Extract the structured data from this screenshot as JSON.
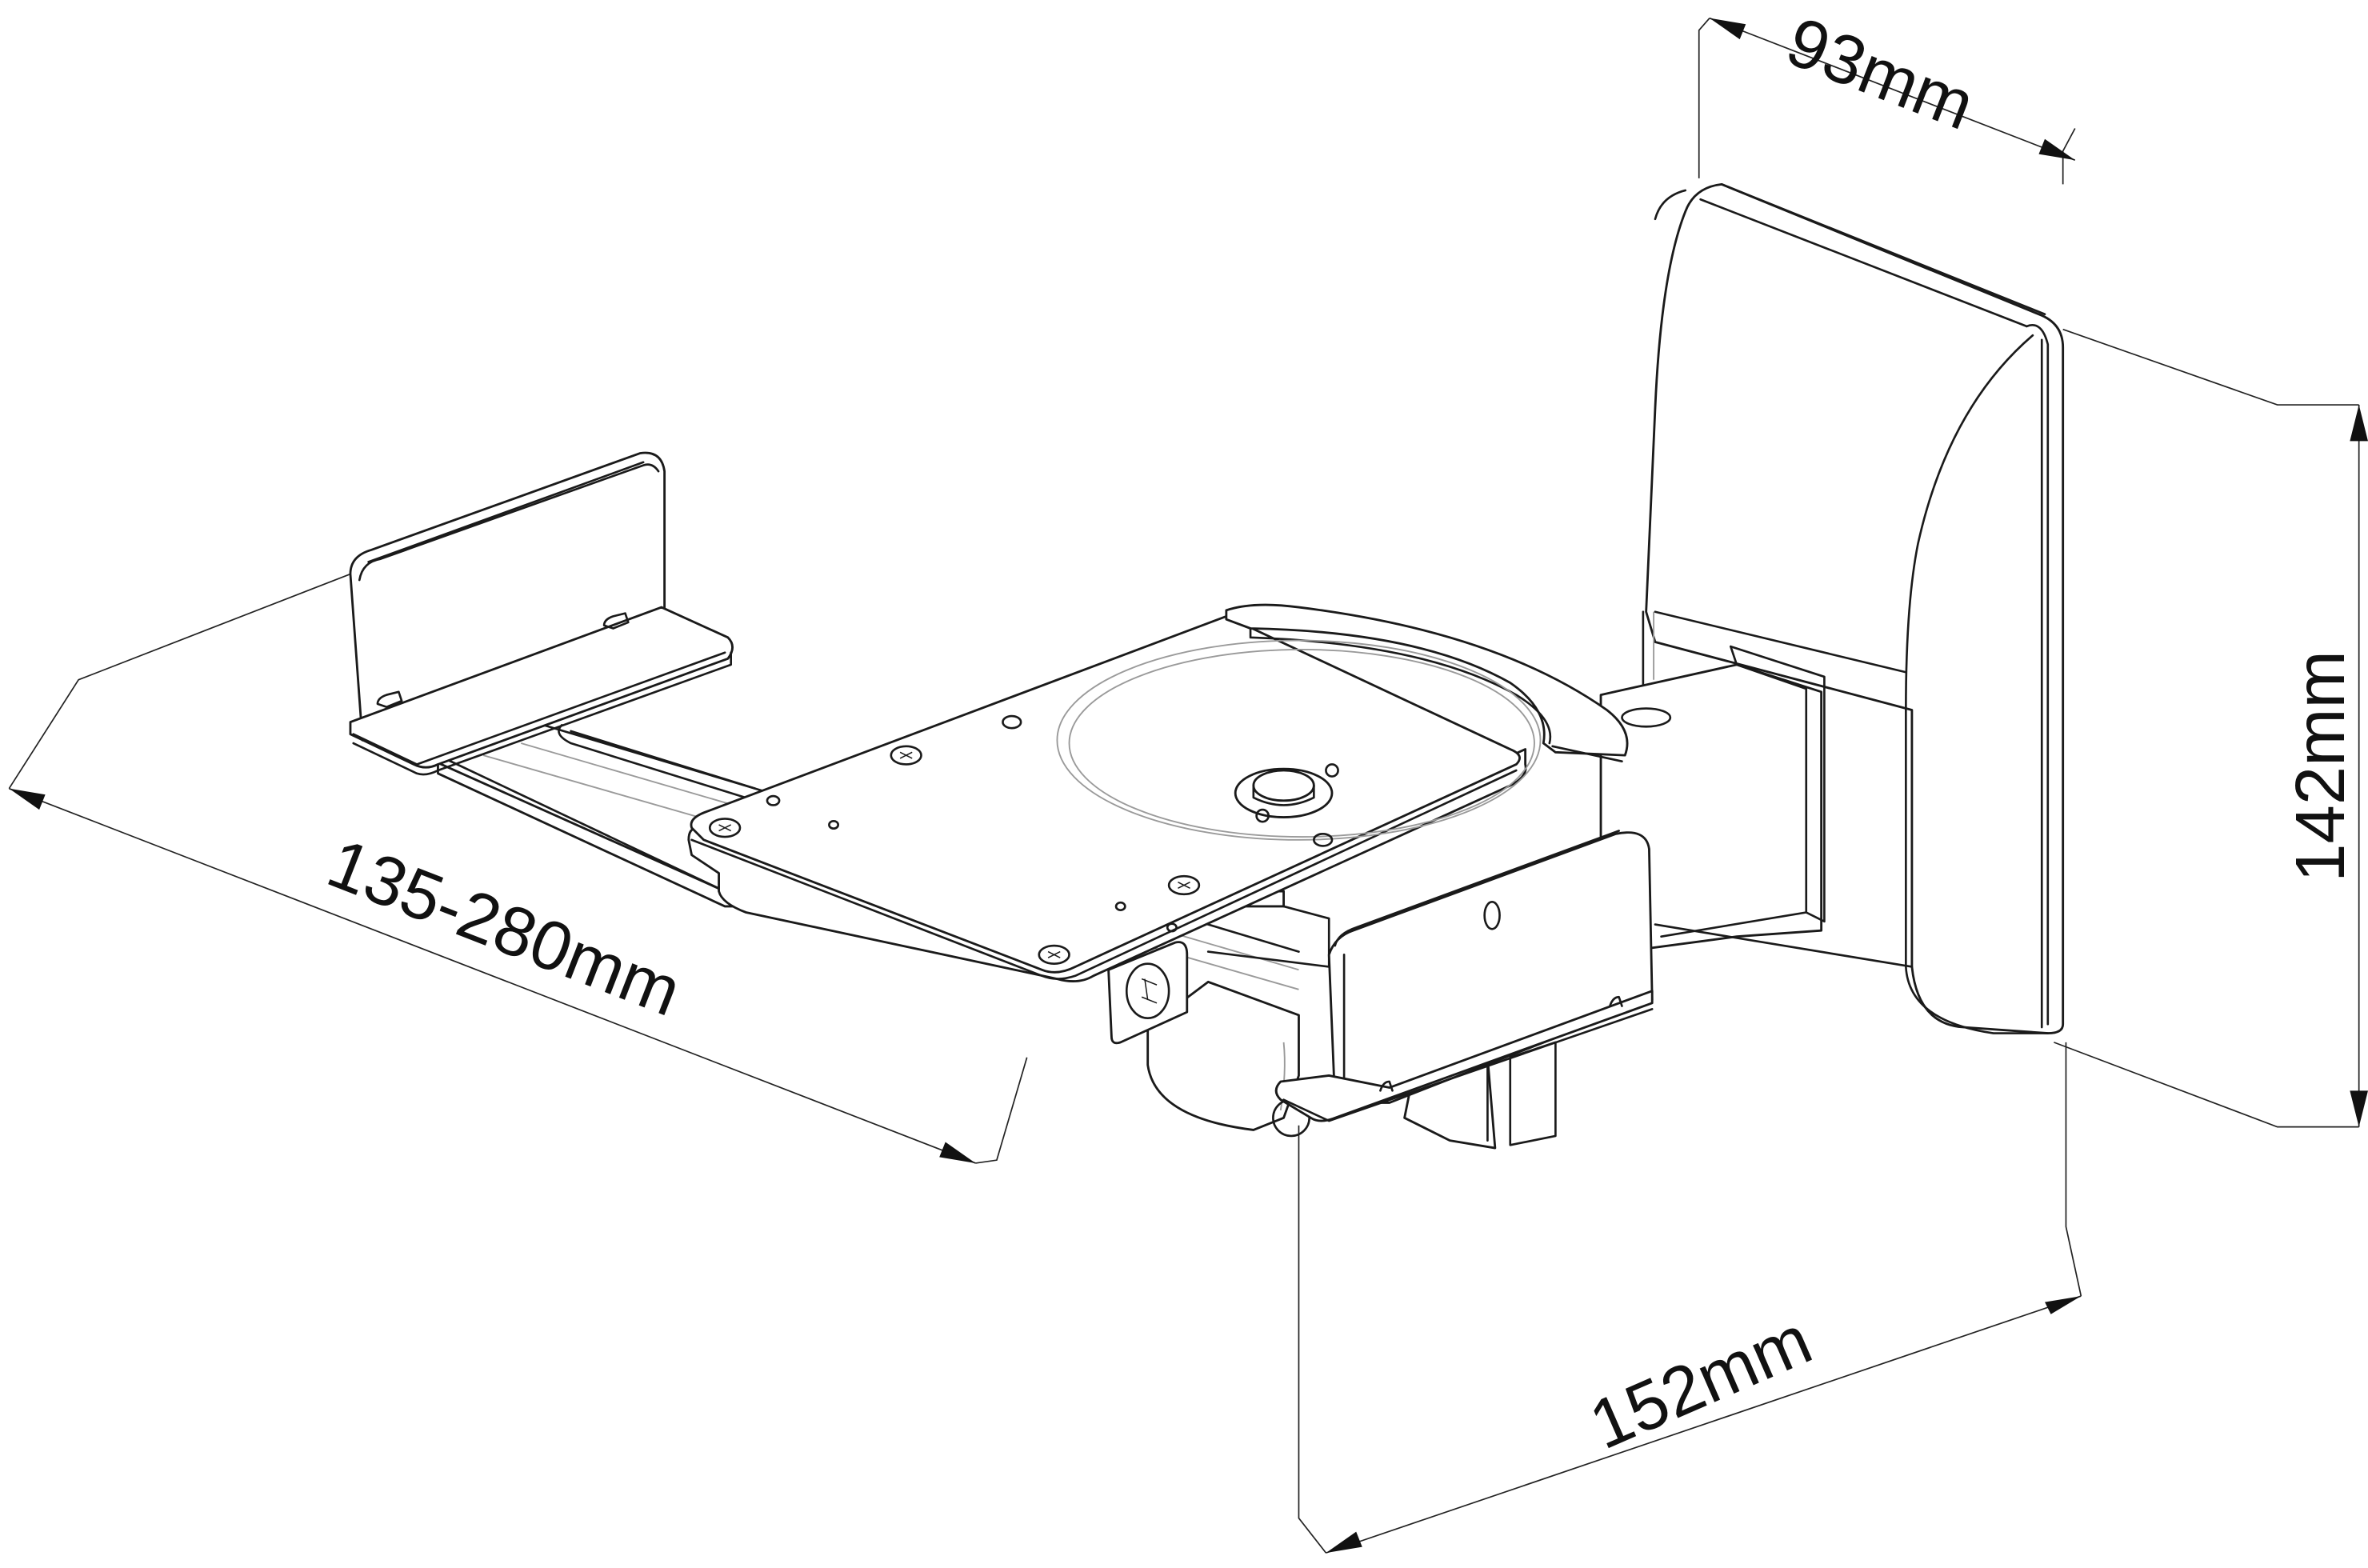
{
  "drawing": {
    "subject": "Speaker wall mount bracket (technical dimension drawing)",
    "line_color": "#1a1a1a",
    "background": "#ffffff"
  },
  "dimensions": {
    "arm_length": {
      "label": "135-280mm",
      "value_min_mm": 135,
      "value_max_mm": 280
    },
    "wall_plate_depth": {
      "label": "93mm",
      "value_mm": 93
    },
    "wall_plate_height": {
      "label": "142mm",
      "value_mm": 142
    },
    "overall_width": {
      "label": "152mm",
      "value_mm": 152
    }
  }
}
